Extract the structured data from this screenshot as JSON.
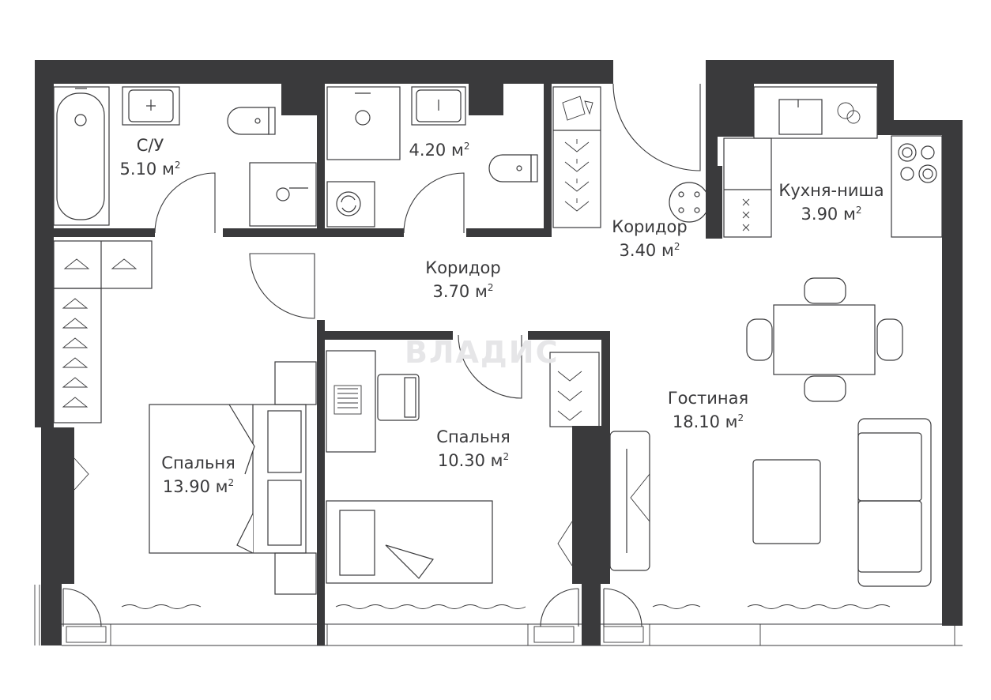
{
  "rooms": [
    {
      "name": "С/У",
      "area": "5.10 м",
      "sup": "2"
    },
    {
      "name": "",
      "area": "4.20 м",
      "sup": "2"
    },
    {
      "name": "Коридор",
      "area": "3.70 м",
      "sup": "2"
    },
    {
      "name": "Коридор",
      "area": "3.40 м",
      "sup": "2"
    },
    {
      "name": "Кухня-ниша",
      "area": "3.90 м",
      "sup": "2"
    },
    {
      "name": "Спальня",
      "area": "13.90 м",
      "sup": "2"
    },
    {
      "name": "Спальня",
      "area": "10.30 м",
      "sup": "2"
    },
    {
      "name": "Гостиная",
      "area": "18.10 м",
      "sup": "2"
    }
  ],
  "watermark": "ВЛАДИС",
  "colors": {
    "wall": "#3a3a3c",
    "line": "#3a3a3c",
    "background": "#ffffff",
    "watermark": "#e6e6e8"
  }
}
